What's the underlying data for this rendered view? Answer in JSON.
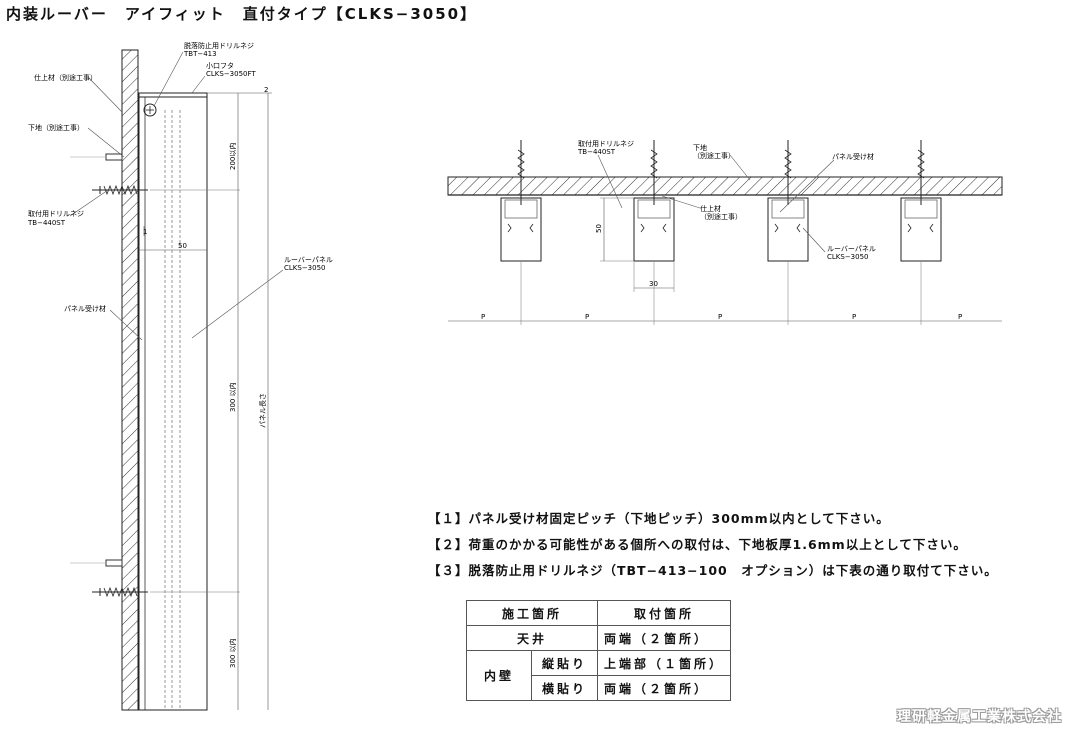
{
  "title": "内装ルーバー　アイフィット　直付タイプ【CLKS−3050】",
  "left_view": {
    "label_finish": "仕上材（別途工事）",
    "label_base": "下地（別途工事）",
    "label_screw_fall_1": "脱落防止用ドリルネジ",
    "label_screw_fall_2": "TBT−413",
    "label_cap_1": "小口フタ",
    "label_cap_2": "CLKS−3050FT",
    "label_mount_screw_1": "取付用ドリルネジ",
    "label_mount_screw_2": "TB−440ST",
    "label_panel_1": "ルーバーパネル",
    "label_panel_2": "CLKS−3050",
    "label_receiver": "パネル受け材",
    "dim_top": "2",
    "dim_200": "200以内",
    "dim_50": "50",
    "dim_1": "1",
    "dim_300a": "300 以内",
    "dim_panel_length": "パネル長さ",
    "dim_300b": "300 以内"
  },
  "right_view": {
    "label_mount_screw_1": "取付用ドリルネジ",
    "label_mount_screw_2": "TB−440ST",
    "label_base_1": "下地",
    "label_base_2": "（別途工事）",
    "label_receiver": "パネル受け材",
    "label_finish_1": "仕上材",
    "label_finish_2": "（別途工事）",
    "label_panel_1": "ルーバーパネル",
    "label_panel_2": "CLKS−3050",
    "dim_50": "50",
    "dim_30": "30",
    "pitch": [
      "P",
      "P",
      "P",
      "P",
      "P"
    ]
  },
  "notes": [
    "【１】パネル受け材固定ピッチ（下地ピッチ）300mm以内として下さい。",
    "【２】荷重のかかる可能性がある個所への取付は、下地板厚1.6mm以上として下さい。",
    "【３】脱落防止用ドリルネジ（TBT−413−100　オプション）は下表の通り取付て下さい。"
  ],
  "table": {
    "header_place": "施工箇所",
    "header_count": "取付箇所",
    "row_ceiling_place": "天井",
    "row_ceiling_value": "両端（２箇所）",
    "row_wall_place": "内壁",
    "row_vertical": "縦貼り",
    "row_vertical_value": "上端部（１箇所）",
    "row_horizontal": "横貼り",
    "row_horizontal_value": "両端（２箇所）"
  },
  "company": "理研軽金属工業株式会社"
}
